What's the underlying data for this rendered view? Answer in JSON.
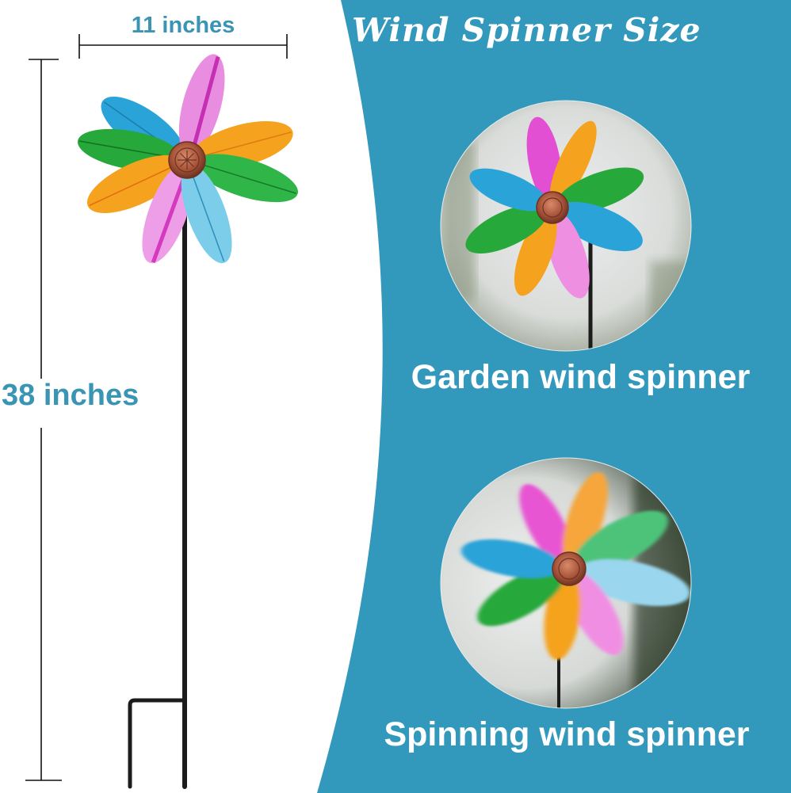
{
  "title": "Wind Spinner Size",
  "dimensions": {
    "width_label": "11 inches",
    "height_label": "38 inches"
  },
  "photos": [
    {
      "caption": "Garden wind spinner",
      "state": "static"
    },
    {
      "caption": "Spinning wind spinner",
      "state": "motion-blur"
    }
  ],
  "colors": {
    "panel_teal": "#3399bc",
    "label_blue": "#3a95b5",
    "petal_blue": "#2aa3d8",
    "petal_pink": "#e85fd6",
    "petal_orange": "#f5a21e",
    "petal_green": "#27a83a",
    "hub_copper": "#a8553a",
    "stake_black": "#1c1c1c"
  }
}
